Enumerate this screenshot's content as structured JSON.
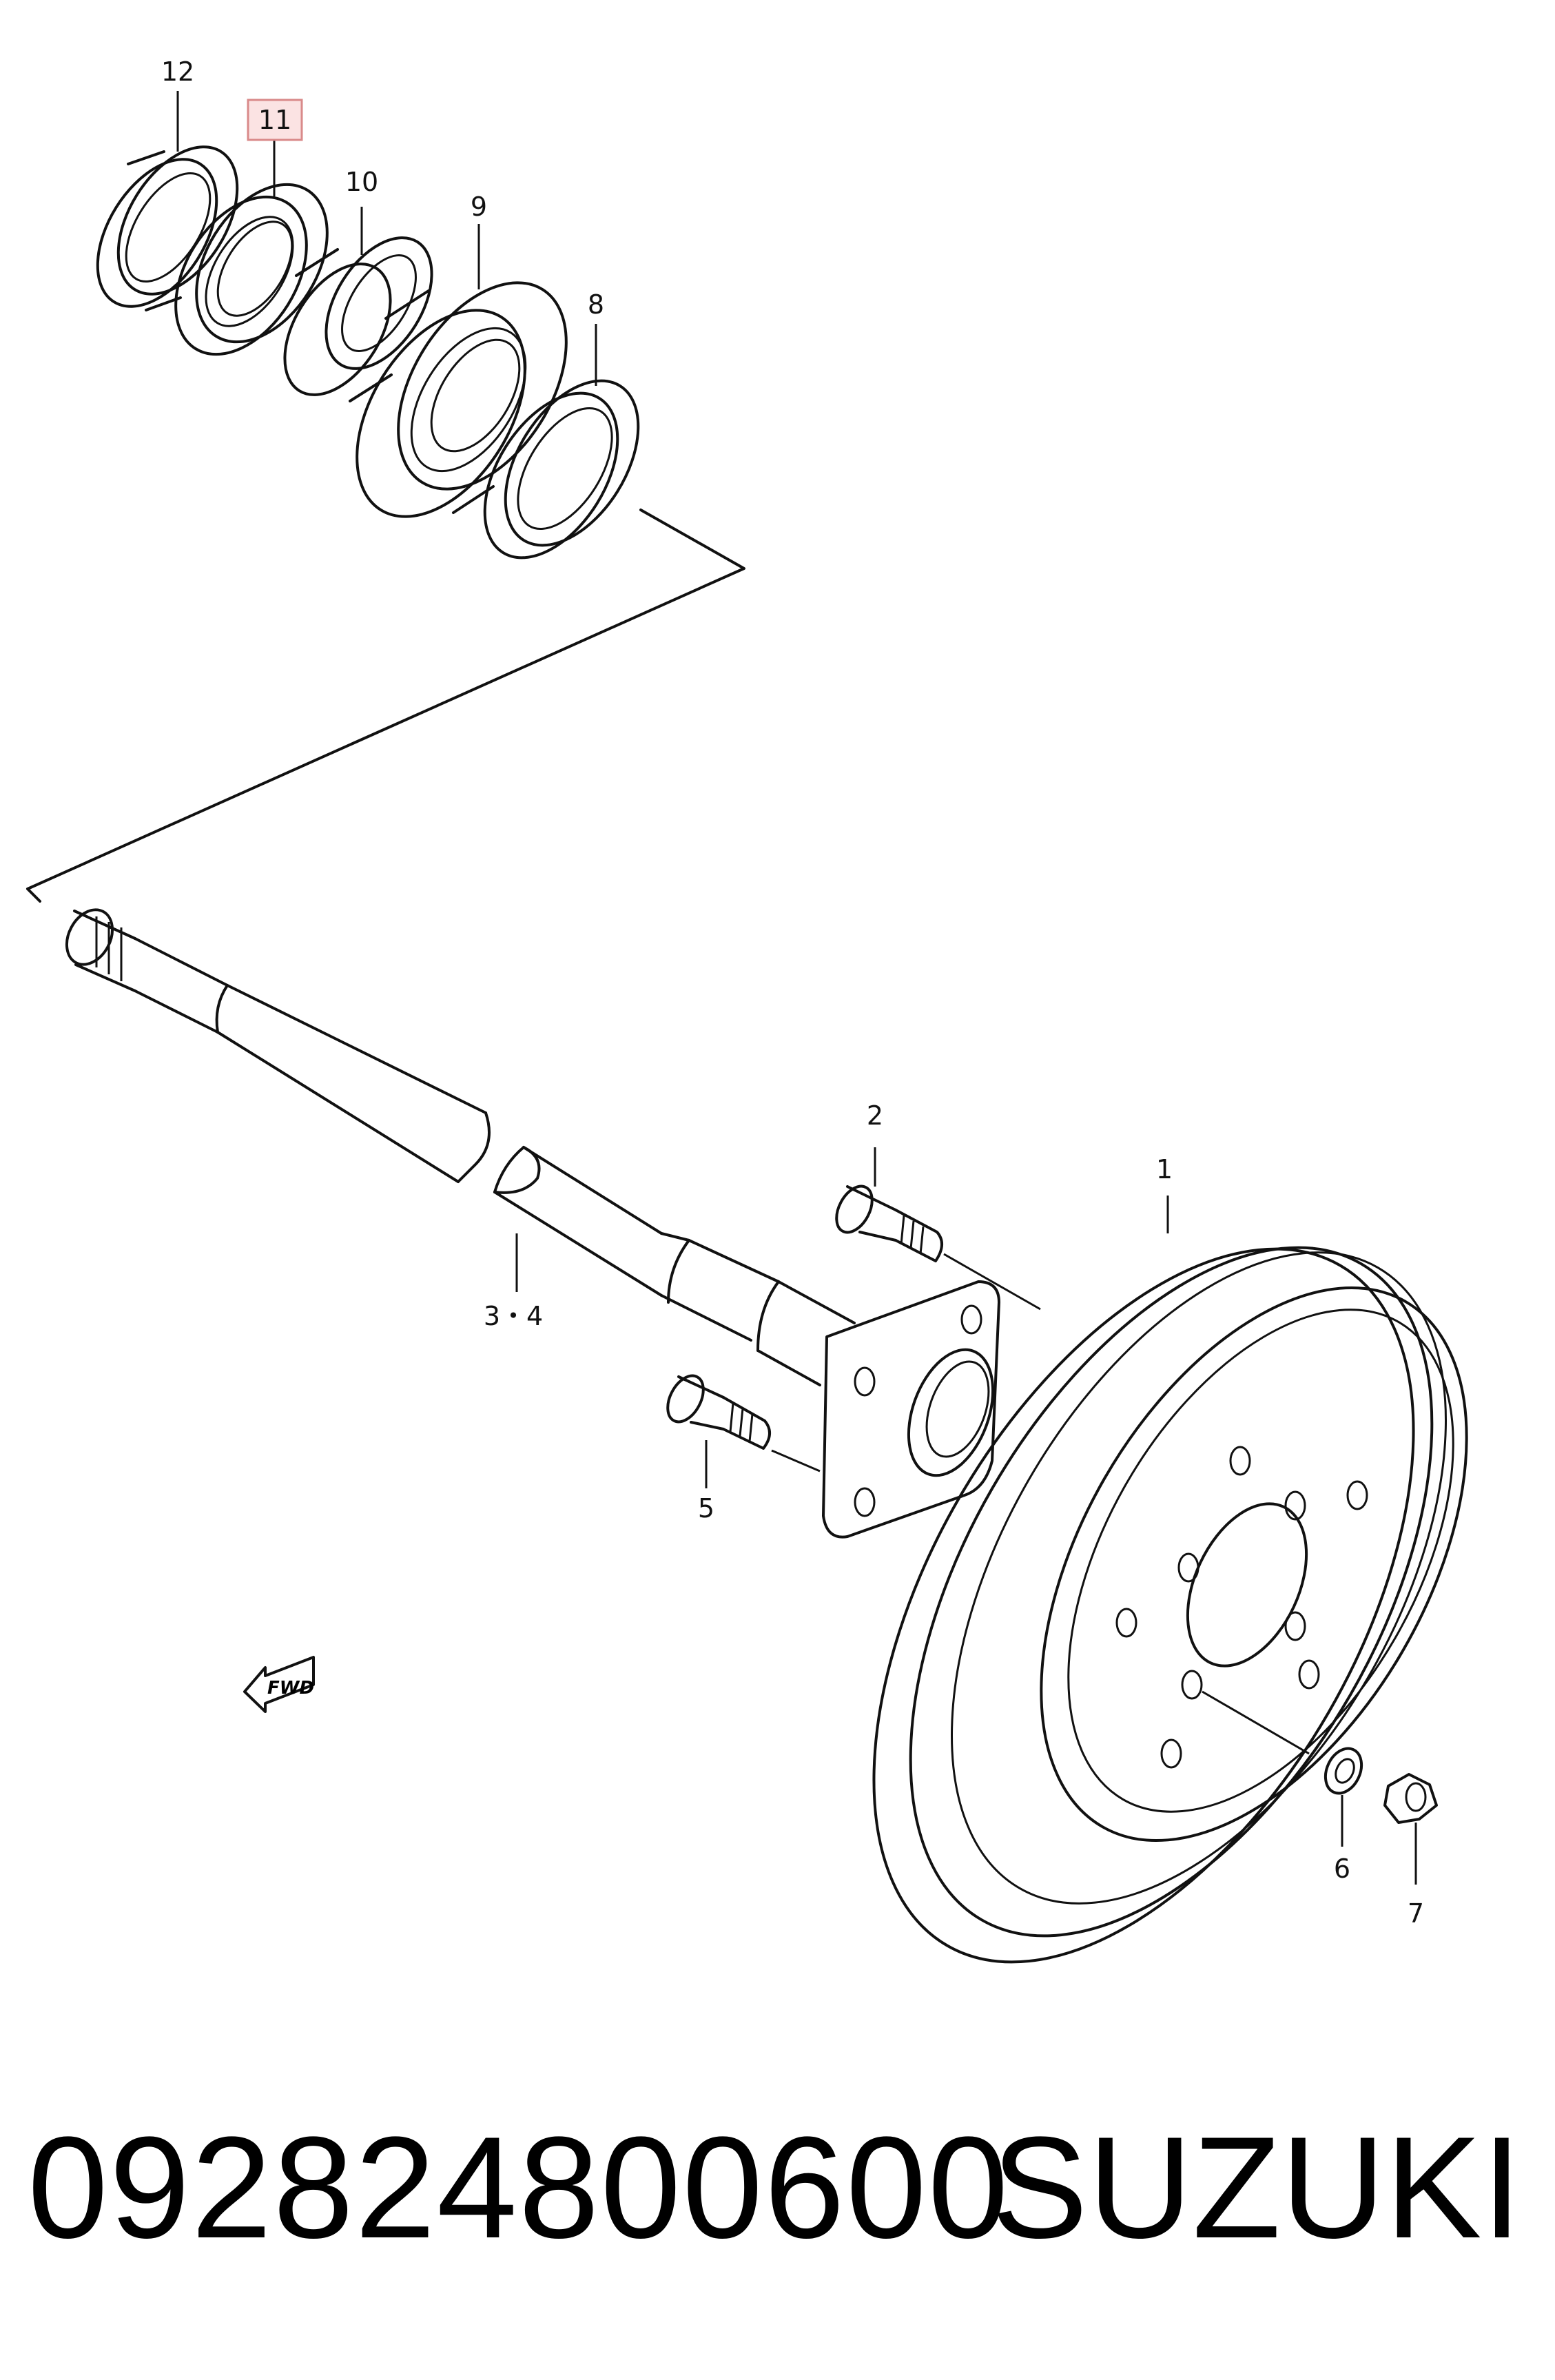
{
  "callouts": {
    "c1": "1",
    "c2": "2",
    "c34": "3・4",
    "c5": "5",
    "c6": "6",
    "c7": "7",
    "c8": "8",
    "c9": "9",
    "c10": "10",
    "c11": "11",
    "c12": "12"
  },
  "fwd_label": "FWD",
  "footer": {
    "part_number": "092824800600",
    "brand": "SUZUKI"
  },
  "colors": {
    "line": "#111111",
    "highlight_fill": "#fbe3e3",
    "highlight_stroke": "#d98a8a"
  }
}
